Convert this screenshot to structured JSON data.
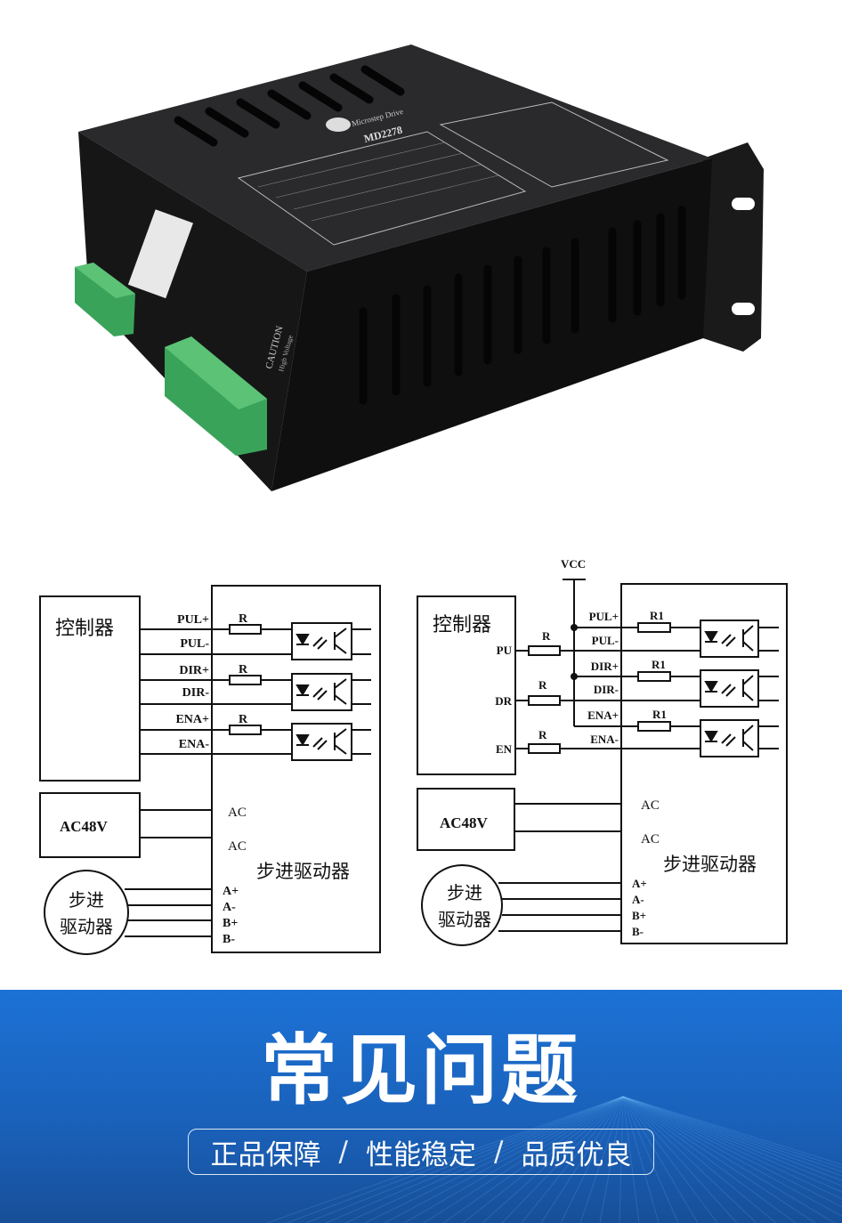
{
  "product": {
    "logo_text": "Microstep Drive",
    "model": "MD2278",
    "caution": "CAUTION",
    "high_voltage": "High Voltage"
  },
  "diagram_common_anode": {
    "controller": "控制器",
    "driver": "步进驱动器",
    "power": "AC48V",
    "motor_line1": "步进",
    "motor_line2": "驱动器",
    "signals": [
      "PUL+",
      "PUL-",
      "DIR+",
      "DIR-",
      "ENA+",
      "ENA-"
    ],
    "resistor": "R",
    "ac": [
      "AC",
      "AC"
    ],
    "phases": [
      "A+",
      "A-",
      "B+",
      "B-"
    ]
  },
  "diagram_vcc": {
    "vcc": "VCC",
    "controller": "控制器",
    "controller_pins": [
      "PU",
      "DR",
      "EN"
    ],
    "driver": "步进驱动器",
    "power": "AC48V",
    "motor_line1": "步进",
    "motor_line2": "驱动器",
    "signals": [
      "PUL+",
      "PUL-",
      "DIR+",
      "DIR-",
      "ENA+",
      "ENA-"
    ],
    "resistor": "R",
    "resistor_internal": "R1",
    "ac": [
      "AC",
      "AC"
    ],
    "phases": [
      "A+",
      "A-",
      "B+",
      "B-"
    ]
  },
  "banner": {
    "title": "常见问题",
    "tags": [
      "正品保障",
      "性能稳定",
      "品质优良"
    ],
    "separator": "/"
  }
}
